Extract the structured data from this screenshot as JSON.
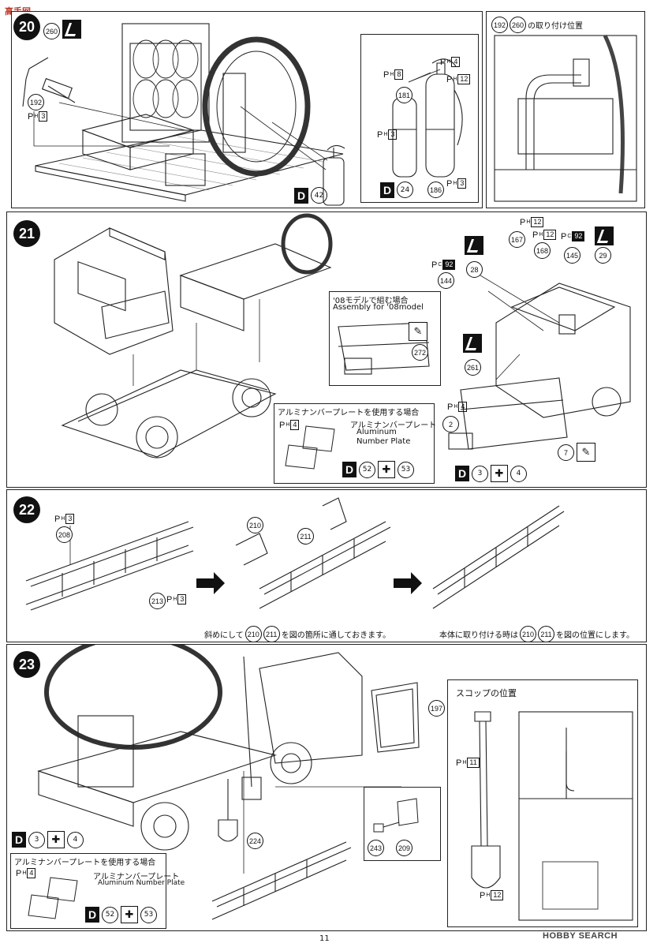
{
  "watermark": "高手网",
  "page_number": "11",
  "footer_logo": "HOBBY SEARCH",
  "steps": {
    "s20": {
      "number": "20",
      "mount_title_nums": [
        "192",
        "260"
      ],
      "mount_title_text": "の取り付け位置",
      "parts": [
        "260",
        "192",
        "181",
        "186"
      ],
      "tags": [
        "3",
        "8",
        "4",
        "12",
        "3",
        "3"
      ],
      "decals": [
        "42",
        "24"
      ]
    },
    "s21": {
      "number": "21",
      "parts": [
        "167",
        "168",
        "145",
        "29",
        "28",
        "144",
        "272",
        "261",
        "2",
        "7"
      ],
      "tags": [
        "12",
        "12",
        "4"
      ],
      "pc_tags": [
        "92",
        "92"
      ],
      "assembly08_jp": "'08モデルで組む場合",
      "assembly08_en": "Assembly for '08model",
      "alum_title": "アルミナンバープレートを使用する場合",
      "alum_jp": "アルミナンバープレート",
      "alum_en1": "Aluminum",
      "alum_en2": "Number Plate",
      "alum_tag": "4",
      "decals_a": [
        "52",
        "53"
      ],
      "decals_b": [
        "3",
        "4"
      ]
    },
    "s22": {
      "number": "22",
      "parts": [
        "208",
        "213",
        "210",
        "211"
      ],
      "tags": [
        "3",
        "3"
      ],
      "note_left": "斜めにして",
      "note_left_nums": [
        "210",
        "211"
      ],
      "note_left_tail": "を図の箇所に通しておきます。",
      "note_right": "本体に取り付ける時は",
      "note_right_nums": [
        "210",
        "211"
      ],
      "note_right_tail": "を図の位置にします。"
    },
    "s23": {
      "number": "23",
      "parts": [
        "197",
        "224",
        "243",
        "209"
      ],
      "decals_a": [
        "3",
        "4"
      ],
      "alum_title": "アルミナンバープレートを使用する場合",
      "alum_tag": "4",
      "alum_label": "アルミナンバープレート",
      "alum_en": "Aluminum Number Plate",
      "decals_b": [
        "52",
        "53"
      ],
      "shovel_title": "スコップの位置",
      "shovel_tags": [
        "11",
        "12"
      ]
    }
  },
  "labels": {
    "d": "D",
    "ph": "P",
    "ph_sub": "H",
    "pc": "P",
    "pc_sub": "C"
  }
}
